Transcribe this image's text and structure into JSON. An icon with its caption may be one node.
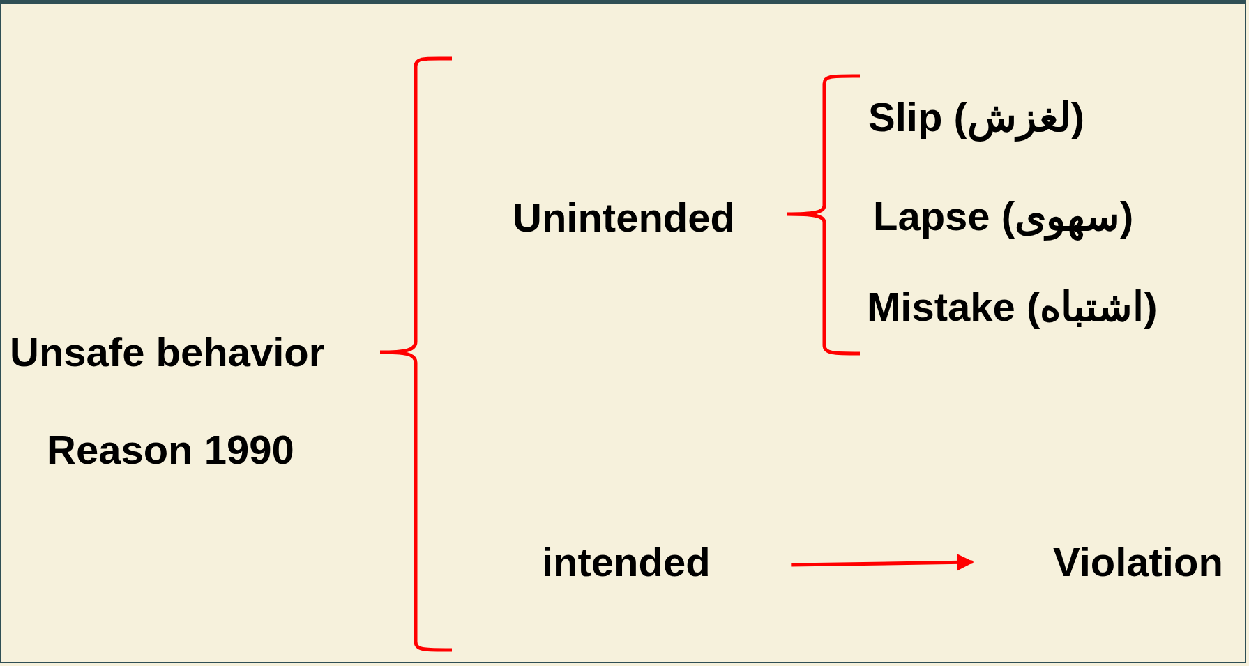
{
  "diagram": {
    "nodes": [
      {
        "text": [
          "intended"
        ]
      },
      {
        "text": [
          "Violation"
        ]
      }
    ],
    "edges": [
      {
        "from": 0,
        "to": 1,
        "arrow": "to",
        "color": "#ff0000"
      }
    ],
    "labels": [
      "Unintended",
      "Slip (لغزش)",
      "Lapse (سهوی)",
      "Mistake (اشتباه)",
      "Unsafe behavior",
      "Reason 1990"
    ]
  }
}
